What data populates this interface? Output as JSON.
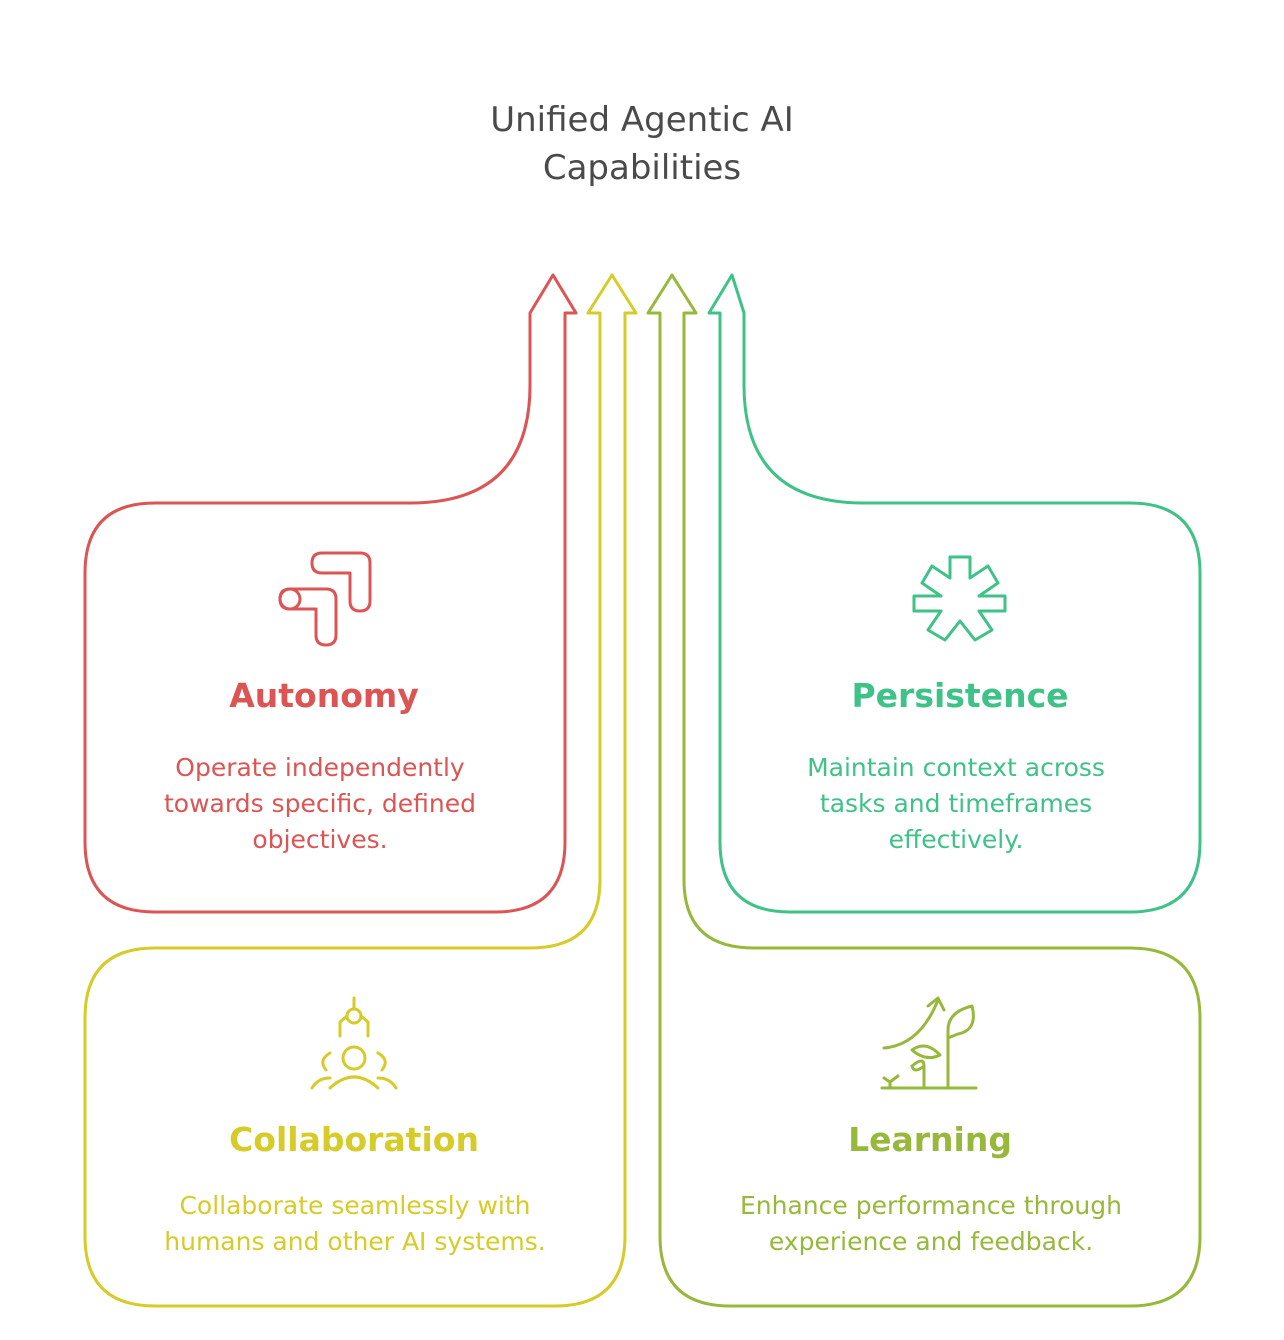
{
  "title": "Unified Agentic AI\nCapabilities",
  "colors": {
    "autonomy": "#dc5454",
    "collaboration": "#d6cb27",
    "learning": "#98b83b",
    "persistence": "#3fc288"
  },
  "cards": {
    "autonomy": {
      "title": "Autonomy",
      "description": "Operate independently\ntowards specific, defined\nobjectives.",
      "icon": "connected-bars-icon"
    },
    "persistence": {
      "title": "Persistence",
      "description": "Maintain context across\ntasks and timeframes\neffectively.",
      "icon": "asterisk-icon"
    },
    "collaboration": {
      "title": "Collaboration",
      "description": "Collaborate seamlessly with\nhumans and other AI systems.",
      "icon": "team-robot-arm-icon"
    },
    "learning": {
      "title": "Learning",
      "description": "Enhance performance through\nexperience and feedback.",
      "icon": "growing-plant-chart-icon"
    }
  }
}
